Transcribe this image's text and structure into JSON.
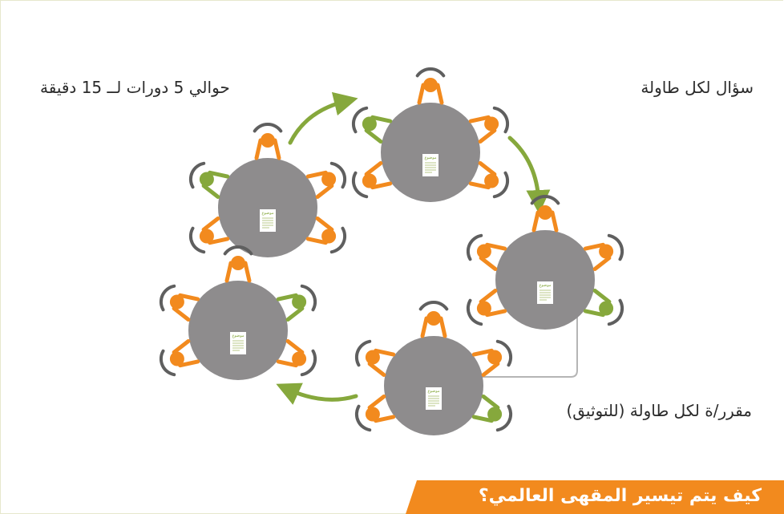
{
  "labels": {
    "question_per_table": "سؤال لكل طاولة",
    "rounds": "حوالي  5 دورات  لــ 15 دقيقة",
    "recorder": "مقرر/ة لكل طاولة (للتوثيق)"
  },
  "banner": {
    "title": "كيف يتم تيسير المقهى العالمي؟"
  },
  "document_label": "موضوع",
  "colors": {
    "table": "#8e8c8d",
    "person_orange": "#f28a1e",
    "person_green": "#86a83c",
    "chair": "#5f5f5f",
    "arrow": "#86a83c",
    "connector": "#b5b5b5",
    "banner": "#f28a1e"
  },
  "tables": [
    {
      "id": "top",
      "green_seats": [
        4
      ]
    },
    {
      "id": "left-upper",
      "green_seats": [
        4
      ]
    },
    {
      "id": "right",
      "green_seats": [
        2
      ]
    },
    {
      "id": "bottom-center",
      "green_seats": [
        2
      ]
    },
    {
      "id": "left-lower",
      "green_seats": [
        1
      ]
    }
  ]
}
